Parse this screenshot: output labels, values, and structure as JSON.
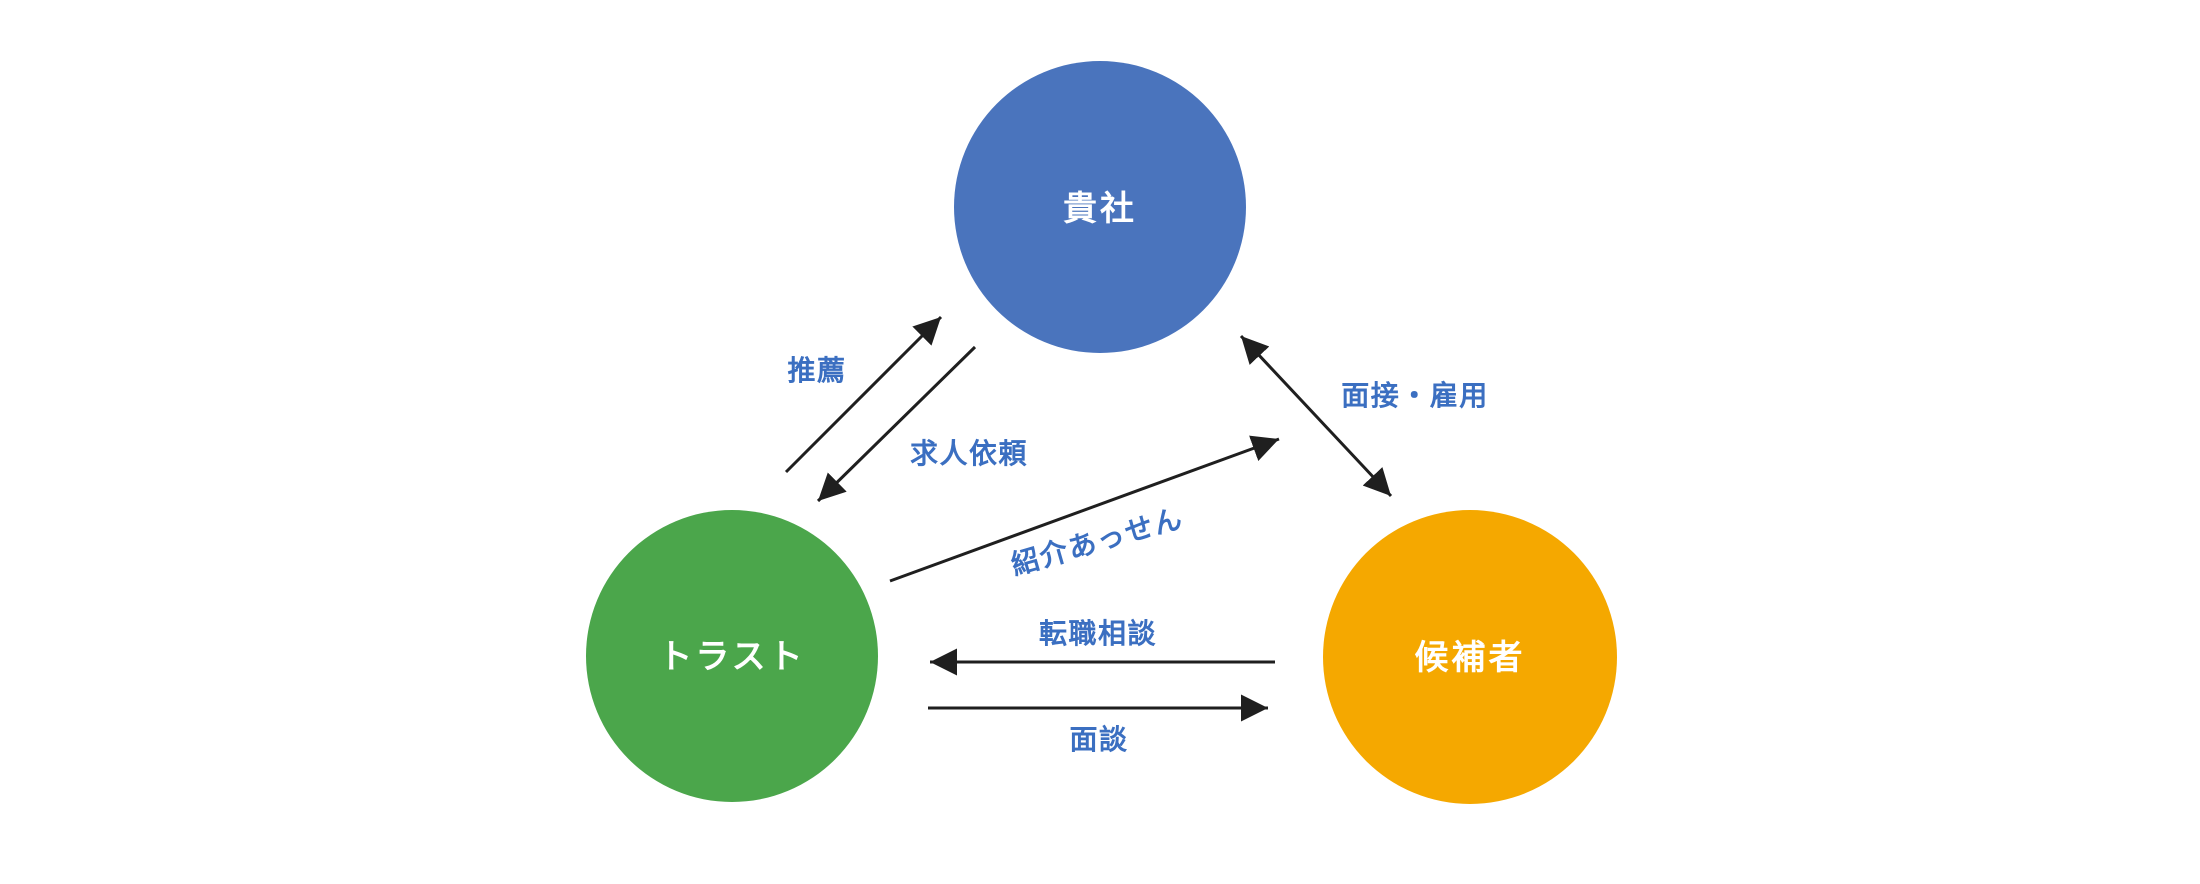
{
  "colors": {
    "background": "#ffffff",
    "company_circle": "#4a74bd",
    "trust_circle": "#4ba64b",
    "candidate_circle": "#f5a800",
    "node_text": "#ffffff",
    "edge_label": "#3b6fc1",
    "arrow": "#1f1f1f"
  },
  "nodes": {
    "company": {
      "label": "貴社"
    },
    "trust": {
      "label": "トラスト"
    },
    "candidate": {
      "label": "候補者"
    }
  },
  "edges": {
    "suisen": {
      "label": "推薦",
      "from": "trust",
      "to": "company",
      "arrows": "one-way"
    },
    "kyujin_irai": {
      "label": "求人依頼",
      "from": "company",
      "to": "trust",
      "arrows": "one-way"
    },
    "mensetsu_koyo": {
      "label": "面接・雇用",
      "from": "company",
      "to": "candidate",
      "arrows": "two-way"
    },
    "shokai_assen": {
      "label": "紹介あっせん",
      "from": "trust",
      "to": "company",
      "arrows": "one-way"
    },
    "tenshoku_sodan": {
      "label": "転職相談",
      "from": "candidate",
      "to": "trust",
      "arrows": "one-way"
    },
    "mendan": {
      "label": "面談",
      "from": "trust",
      "to": "candidate",
      "arrows": "one-way"
    }
  }
}
